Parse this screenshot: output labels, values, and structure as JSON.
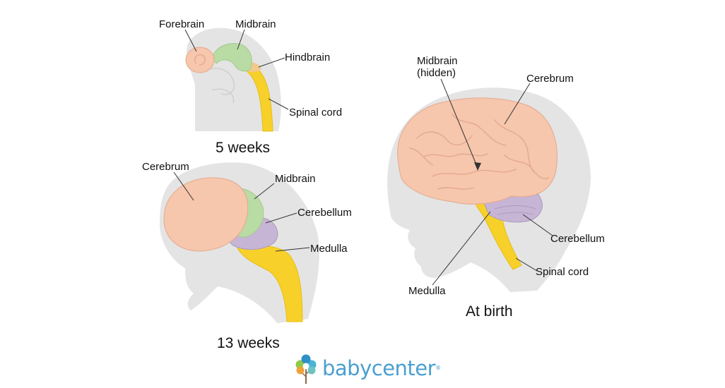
{
  "stages": [
    {
      "caption": "5 weeks",
      "labels": {
        "forebrain": "Forebrain",
        "midbrain": "Midbrain",
        "hindbrain": "Hindbrain",
        "spinal_cord": "Spinal cord"
      }
    },
    {
      "caption": "13 weeks",
      "labels": {
        "cerebrum": "Cerebrum",
        "midbrain": "Midbrain",
        "cerebellum": "Cerebellum",
        "medulla": "Medulla"
      }
    },
    {
      "caption": "At birth",
      "labels": {
        "midbrain_hidden_line1": "Midbrain",
        "midbrain_hidden_line2": "(hidden)",
        "cerebrum": "Cerebrum",
        "cerebellum": "Cerebellum",
        "spinal_cord": "Spinal cord",
        "medulla": "Medulla"
      }
    }
  ],
  "logo": {
    "wordmark": "babycenter",
    "mark": "®"
  },
  "colors": {
    "silhouette": "#e3e3e3",
    "cerebrum": "#f6c6ad",
    "forebrain": "#f6c6ad",
    "midbrain": "#b9dca4",
    "cerebellum": "#c7b5d6",
    "spinal_cord": "#f7d12a",
    "logo_blue": "#4a9fd0"
  }
}
